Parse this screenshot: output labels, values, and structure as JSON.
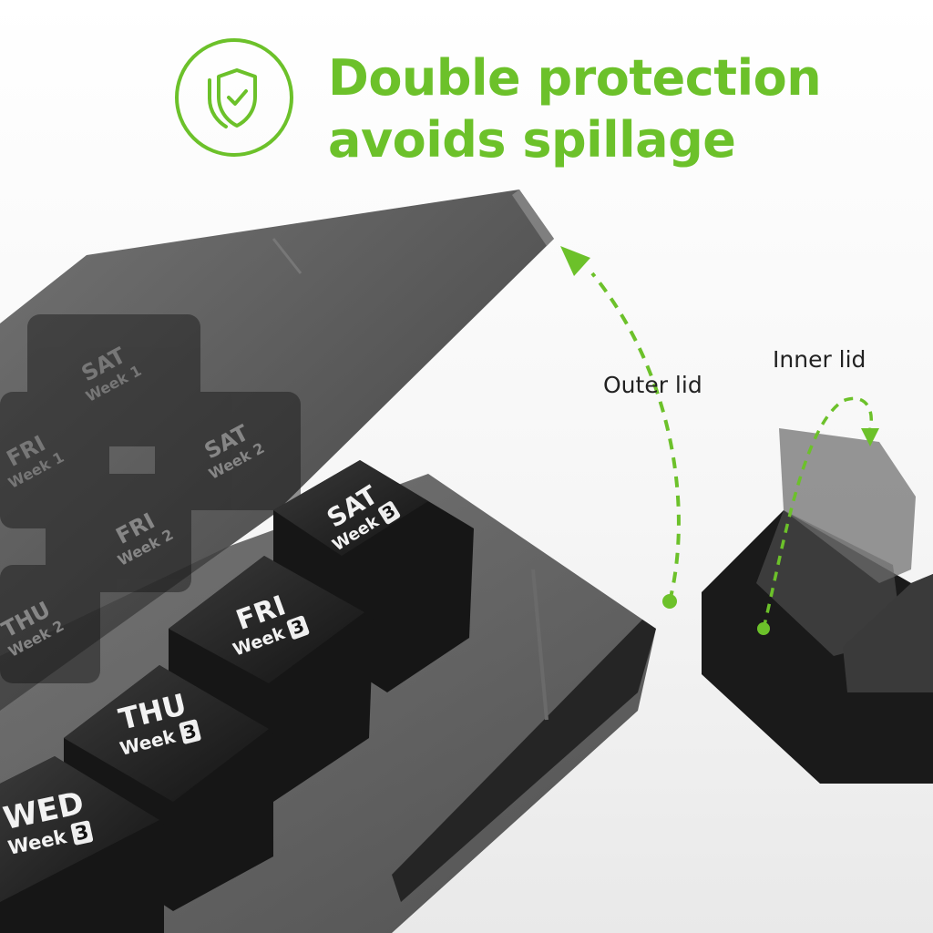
{
  "headline": {
    "line1": "Double protection",
    "line2": "avoids spillage",
    "color": "#6cc12a"
  },
  "badge_icon": "shield-check-icon",
  "callouts": {
    "outer_lid": "Outer lid",
    "inner_lid": "Inner lid"
  },
  "compartments": {
    "front_row": [
      {
        "day": "SAT",
        "week": "Week",
        "num": "3"
      },
      {
        "day": "FRI",
        "week": "Week",
        "num": "3"
      },
      {
        "day": "THU",
        "week": "Week",
        "num": "3"
      },
      {
        "day": "WED",
        "week": "Week",
        "num": "3"
      }
    ],
    "middle_row": [
      {
        "day": "SAT",
        "week": "Week",
        "num": "2"
      },
      {
        "day": "FRI",
        "week": "Week",
        "num": "2"
      },
      {
        "day": "THU",
        "week": "Week",
        "num": "2"
      }
    ],
    "back_row": [
      {
        "day": "SAT",
        "week": "Week",
        "num": "1"
      },
      {
        "day": "FRI",
        "week": "Week",
        "num": "1"
      }
    ]
  },
  "colors": {
    "accent_green": "#6cc12a",
    "case_smoke": "#3a3a3a",
    "compartment_black": "#1c1c1c"
  }
}
